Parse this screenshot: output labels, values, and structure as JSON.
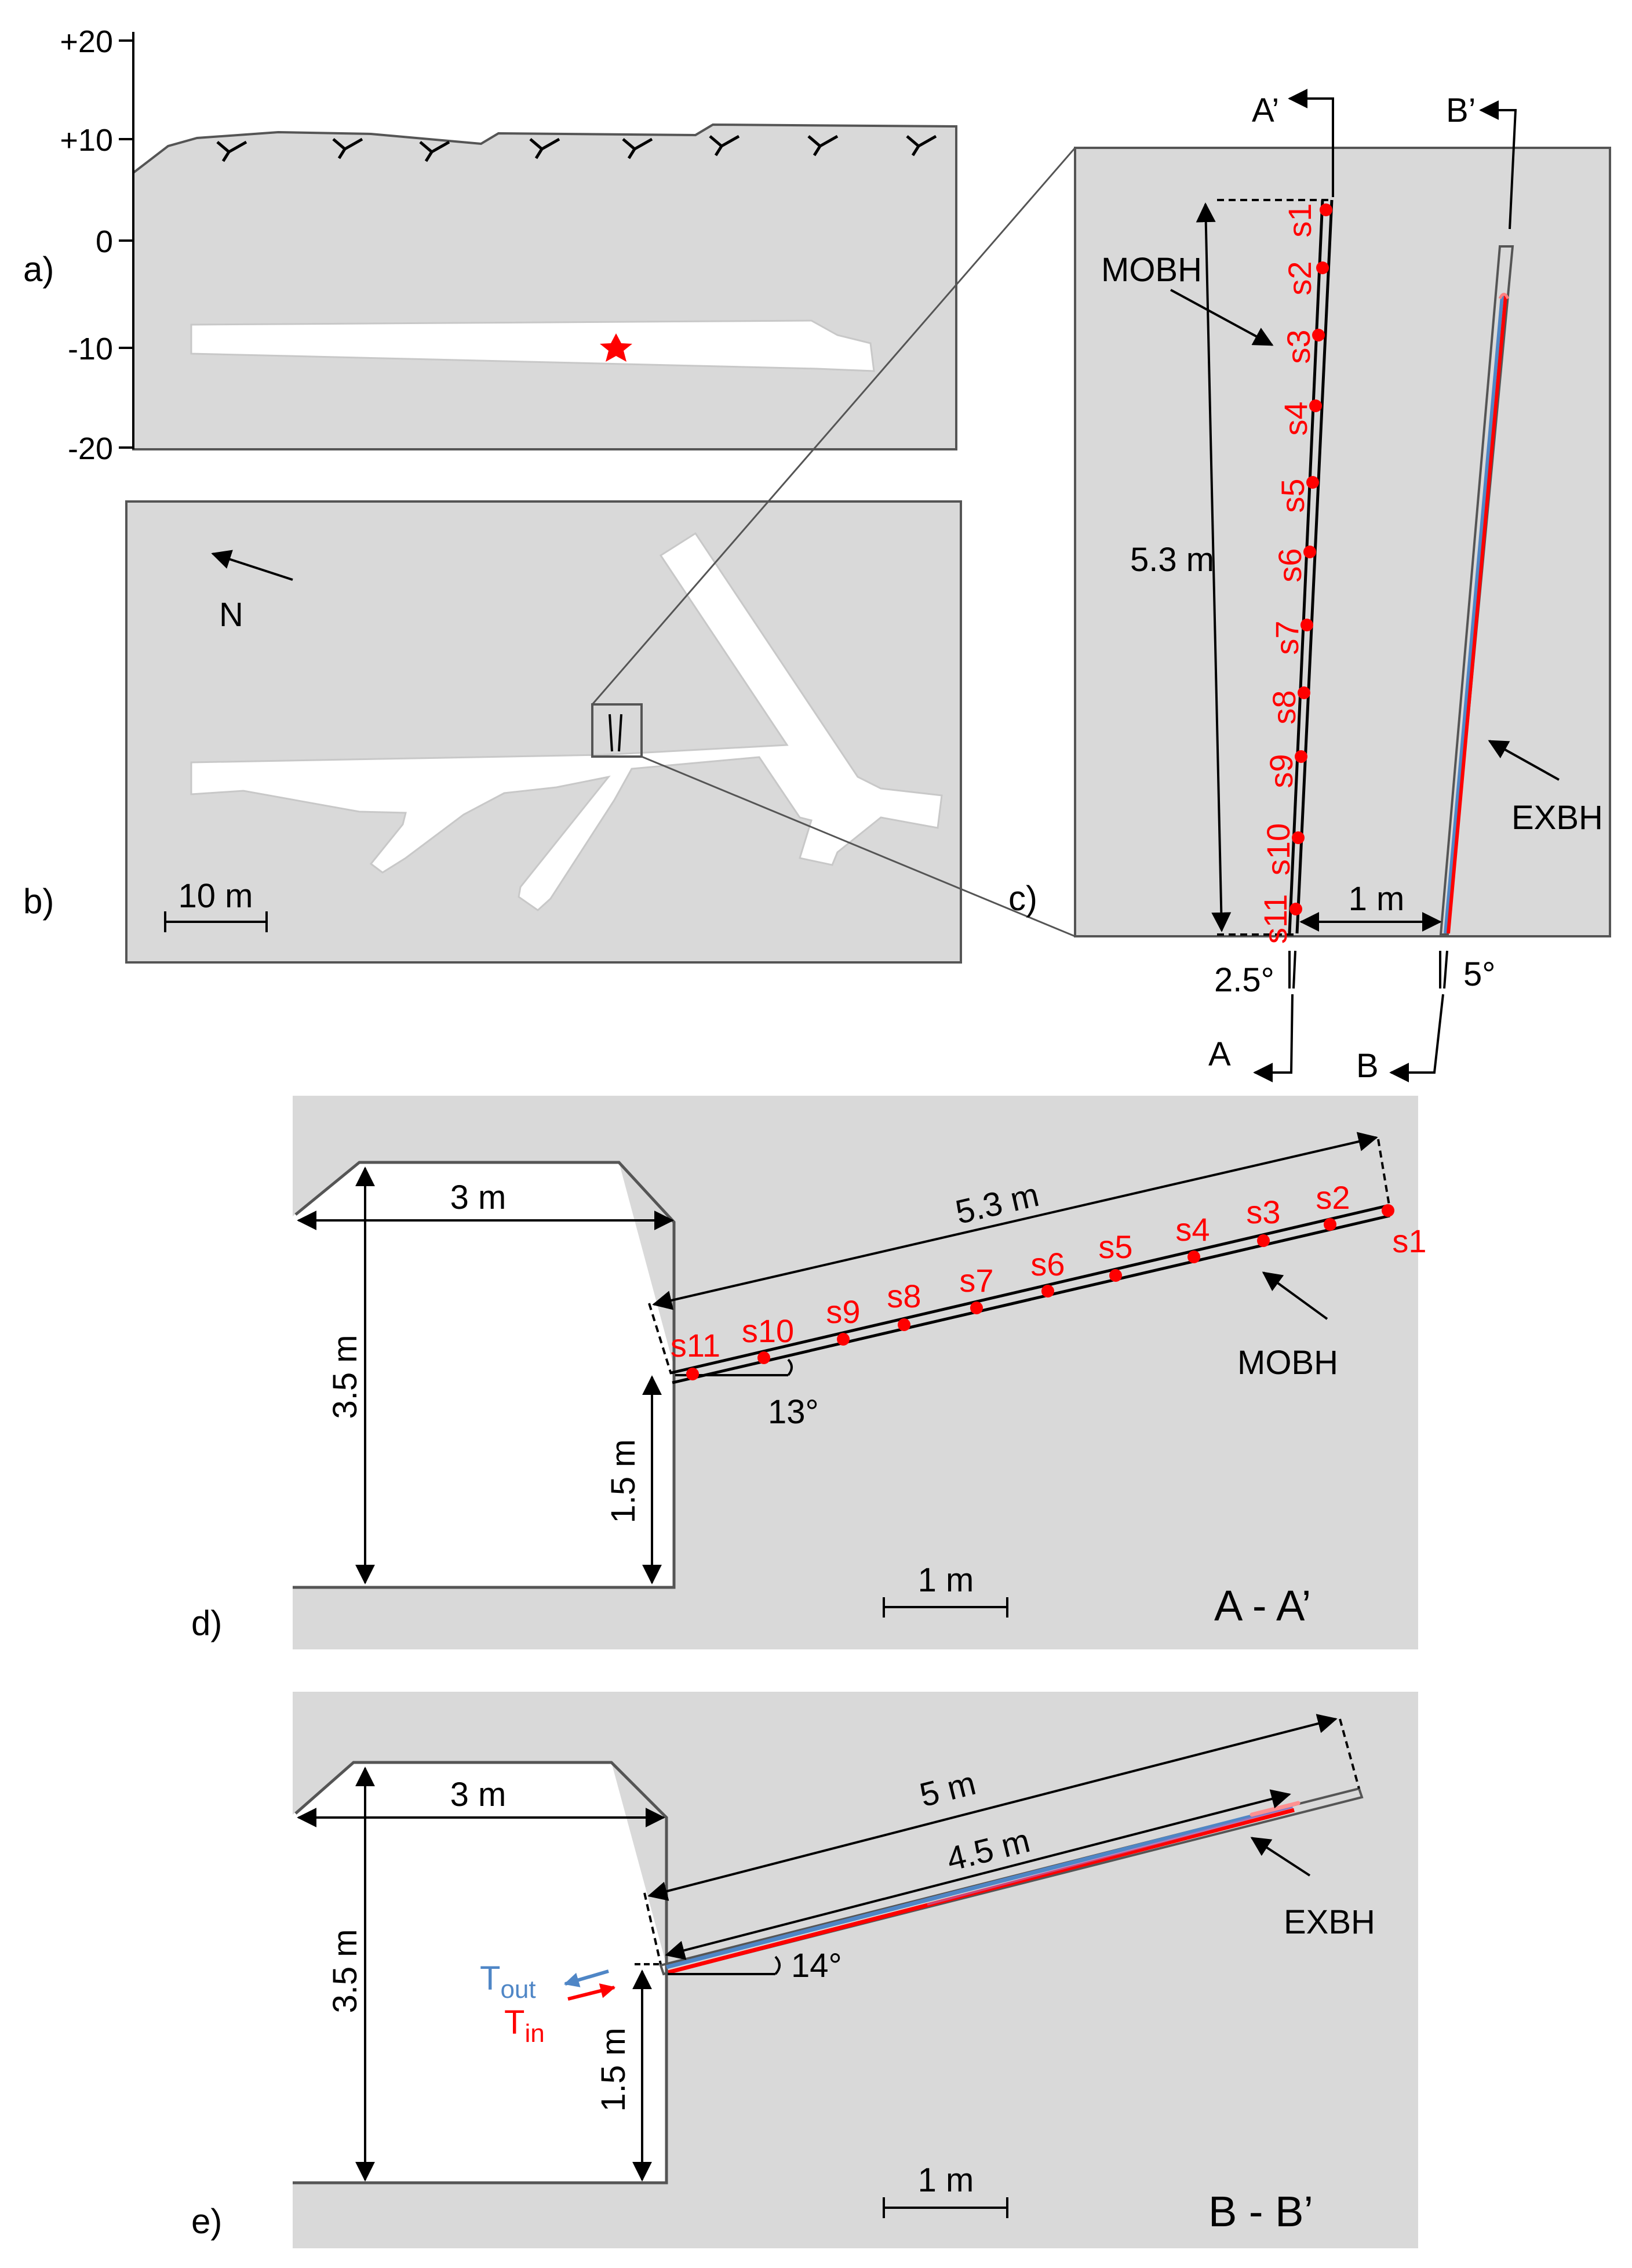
{
  "colors": {
    "rock": "#d9d9d9",
    "outline": "#555555",
    "tunnel": "#ffffff",
    "sensor": "#ff0000",
    "pipe_in": "#ff0000",
    "pipe_out": "#4f86c6",
    "text": "#000000"
  },
  "panel_a": {
    "label": "a)",
    "axis_ticks": [
      "+20",
      "+10",
      "0",
      "-10",
      "-20"
    ],
    "marker_icon": "star-icon"
  },
  "panel_b": {
    "label": "b)",
    "north_label": "N",
    "scale_label": "10 m"
  },
  "panel_c": {
    "label": "c)",
    "section_a_top": "A’",
    "section_b_top": "B’",
    "section_a_bottom": "A",
    "section_b_bottom": "B",
    "mobh_label": "MOBH",
    "exbh_label": "EXBH",
    "length_label": "5.3 m",
    "spacing_label": "1 m",
    "angle_a": "2.5°",
    "angle_b": "5°",
    "sensors": [
      "s1",
      "s2",
      "s3",
      "s4",
      "s5",
      "s6",
      "s7",
      "s8",
      "s9",
      "s10",
      "s11"
    ]
  },
  "panel_d": {
    "label": "d)",
    "width_label": "3 m",
    "height_label": "3.5 m",
    "collar_height_label": "1.5 m",
    "length_label": "5.3 m",
    "angle_label": "13°",
    "mobh_label": "MOBH",
    "scale_label": "1 m",
    "section_title": "A - A’",
    "sensors": [
      "s1",
      "s2",
      "s3",
      "s4",
      "s5",
      "s6",
      "s7",
      "s8",
      "s9",
      "s10",
      "s11"
    ]
  },
  "panel_e": {
    "label": "e)",
    "width_label": "3 m",
    "height_label": "3.5 m",
    "collar_height_label": "1.5 m",
    "length_label": "5 m",
    "inner_length_label": "4.5 m",
    "angle_label": "14°",
    "exbh_label": "EXBH",
    "t_out_main": "T",
    "t_out_sub": "out",
    "t_in_main": "T",
    "t_in_sub": "in",
    "scale_label": "1 m",
    "section_title": "B - B’"
  }
}
